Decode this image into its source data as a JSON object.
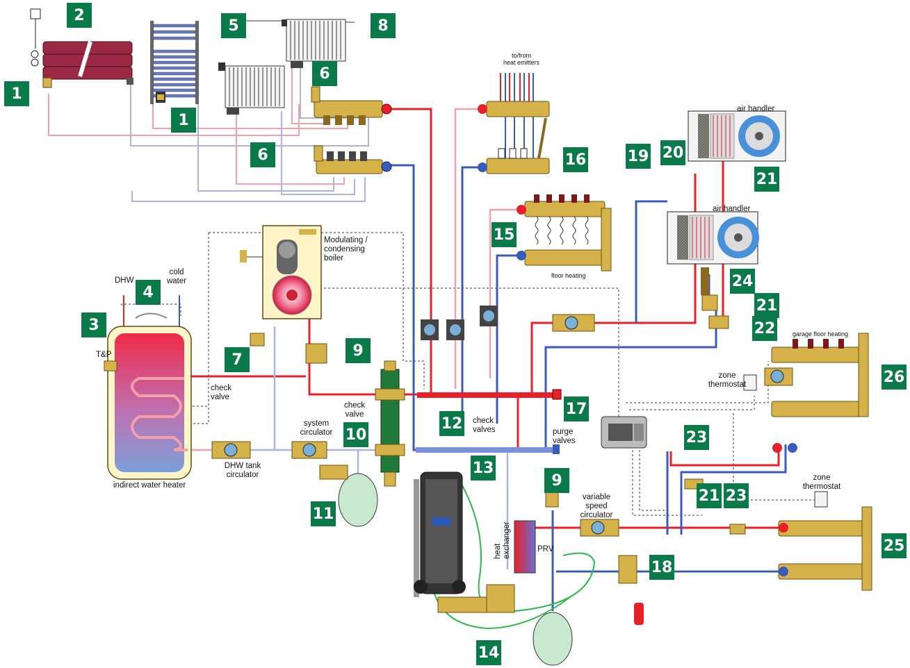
{
  "colors": {
    "supply": "#e8202a",
    "return": "#3b5bb8",
    "supply_light": "#f4a0aa",
    "return_light": "#a9b4e0",
    "brass": "#d6b34a",
    "badge": "#0a7a4a",
    "separator": "#1f7a3a",
    "tank_top": "#e8304a",
    "tank_bottom": "#7aa0d8",
    "radiator_panel": "#9a2a44"
  },
  "labels": {
    "to_from": "to/from\nheat emitters",
    "boiler": "Modulating /\ncondensing\nboiler",
    "dhw": "DHW",
    "cold_water": "cold\nwater",
    "tp": "T&P",
    "check_valve_1": "check\nvalve",
    "check_valve_2": "check\nvalve",
    "check_valves": "check\nvalves",
    "purge_valves": "purge\nvalves",
    "system_circulator": "system\ncirculator",
    "dhw_tank_circulator": "DHW tank\ncirculator",
    "indirect_water_heater": "indirect water heater",
    "floor_heating": "floor heating",
    "air_handler_1": "air handler",
    "air_handler_2": "air handler",
    "garage_floor_heating": "garage floor heating",
    "zone_thermostat_1": "zone\nthermostat",
    "zone_thermostat_2": "zone\nthermostat",
    "variable_speed_circulator": "variable\nspeed\ncirculator",
    "heat_exchanger": "heat\nexchanger",
    "prv": "PRV"
  },
  "tags": [
    {
      "id": "t1a",
      "text": "1"
    },
    {
      "id": "t1b",
      "text": "1"
    },
    {
      "id": "t2",
      "text": "2"
    },
    {
      "id": "t3",
      "text": "3"
    },
    {
      "id": "t4",
      "text": "4"
    },
    {
      "id": "t5",
      "text": "5"
    },
    {
      "id": "t6a",
      "text": "6"
    },
    {
      "id": "t6b",
      "text": "6"
    },
    {
      "id": "t7",
      "text": "7"
    },
    {
      "id": "t8",
      "text": "8"
    },
    {
      "id": "t9a",
      "text": "9"
    },
    {
      "id": "t9b",
      "text": "9"
    },
    {
      "id": "t10",
      "text": "10"
    },
    {
      "id": "t11",
      "text": "11"
    },
    {
      "id": "t12",
      "text": "12"
    },
    {
      "id": "t13",
      "text": "13"
    },
    {
      "id": "t14",
      "text": "14"
    },
    {
      "id": "t15",
      "text": "15"
    },
    {
      "id": "t16",
      "text": "16"
    },
    {
      "id": "t17",
      "text": "17"
    },
    {
      "id": "t18",
      "text": "18"
    },
    {
      "id": "t19",
      "text": "19"
    },
    {
      "id": "t20",
      "text": "20"
    },
    {
      "id": "t21a",
      "text": "21"
    },
    {
      "id": "t21b",
      "text": "21"
    },
    {
      "id": "t21c",
      "text": "21"
    },
    {
      "id": "t22",
      "text": "22"
    },
    {
      "id": "t23a",
      "text": "23"
    },
    {
      "id": "t23b",
      "text": "23"
    },
    {
      "id": "t24",
      "text": "24"
    },
    {
      "id": "t25",
      "text": "25"
    },
    {
      "id": "t26",
      "text": "26"
    }
  ]
}
